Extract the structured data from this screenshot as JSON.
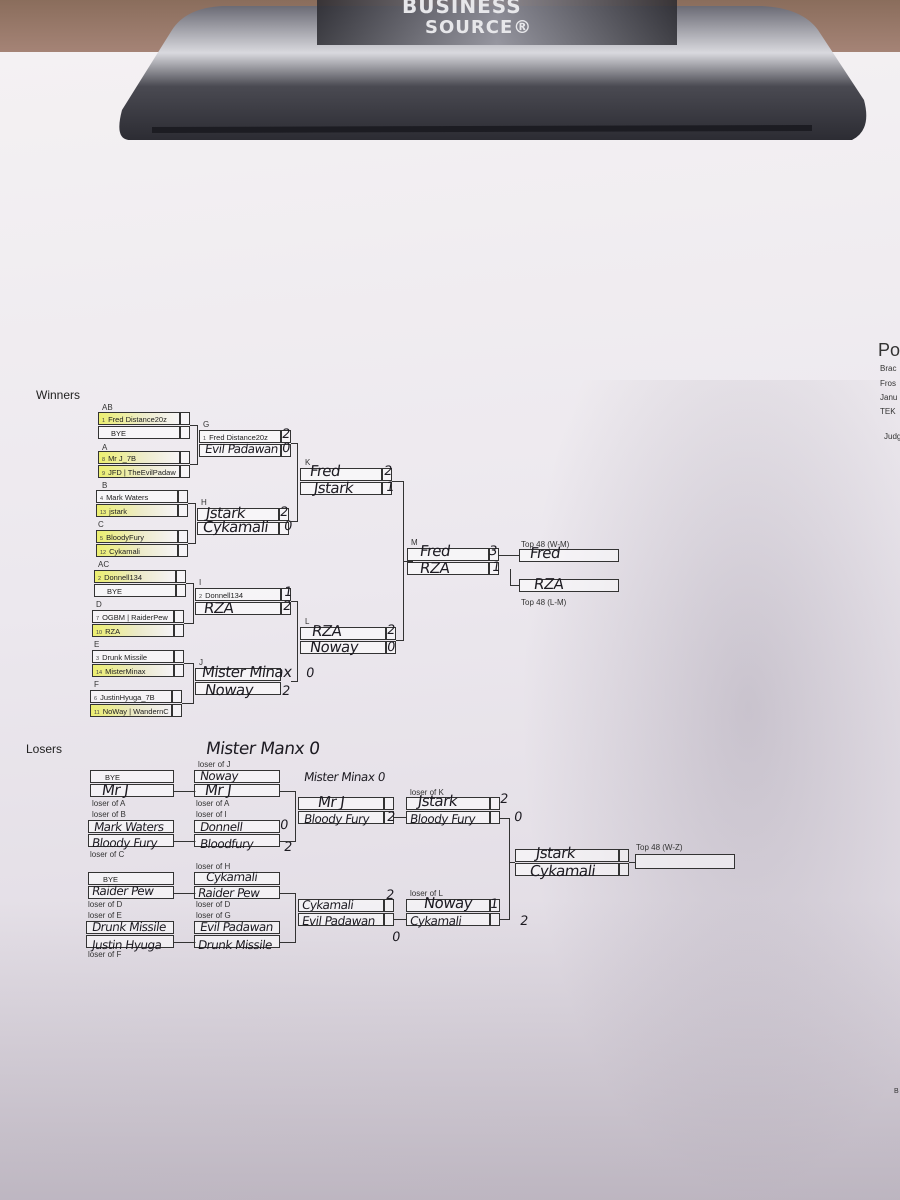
{
  "clipboard": {
    "brand_line1": "BUSINESS",
    "brand_line2": "SOURCE®"
  },
  "labels": {
    "winners": "Winners",
    "losers": "Losers"
  },
  "side_text": {
    "title": "Po",
    "l1": "Brac",
    "l2": "Fros",
    "l3": "Janu",
    "l4": "TEK",
    "l5": "Judg",
    "l6": "B"
  },
  "winners": {
    "r1": [
      {
        "rel": "AB",
        "p1": {
          "seed": "1",
          "name": "Fred Distance20z"
        },
        "p2": {
          "seed": "",
          "name": "BYE"
        }
      },
      {
        "rel": "A",
        "p1": {
          "seed": "8",
          "name": "Mr J_7B"
        },
        "p2": {
          "seed": "9",
          "name": "JFD | TheEvilPadaw"
        }
      },
      {
        "rel": "B",
        "p1": {
          "seed": "4",
          "name": "Mark Waters"
        },
        "p2": {
          "seed": "13",
          "name": "jstark"
        }
      },
      {
        "rel": "C",
        "p1": {
          "seed": "5",
          "name": "BloodyFury"
        },
        "p2": {
          "seed": "12",
          "name": "Cykamali"
        }
      },
      {
        "rel": "AC",
        "p1": {
          "seed": "2",
          "name": "Donnell134"
        },
        "p2": {
          "seed": "",
          "name": "BYE"
        }
      },
      {
        "rel": "D",
        "p1": {
          "seed": "7",
          "name": "OGBM | RaiderPew"
        },
        "p2": {
          "seed": "10",
          "name": "RZA"
        }
      },
      {
        "rel": "E",
        "p1": {
          "seed": "3",
          "name": "Drunk Missile"
        },
        "p2": {
          "seed": "14",
          "name": "MisterMinax"
        }
      },
      {
        "rel": "F",
        "p1": {
          "seed": "6",
          "name": "JustinHyuga_7B"
        },
        "p2": {
          "seed": "11",
          "name": "NoWay | WandernC"
        }
      }
    ],
    "r2": [
      {
        "rel": "G",
        "p1": "Fred Distance20z",
        "p1_seed": "1",
        "p2_hw": "Evil Padawan",
        "s1": "2",
        "s2": "0"
      },
      {
        "rel": "H",
        "p1_hw": "Jstark",
        "p2_hw": "Cykamali",
        "s1": "2",
        "s2": "0"
      },
      {
        "rel": "I",
        "p1": "Donnell134",
        "p1_seed": "2",
        "p2_hw": "RZA",
        "s1": "1",
        "s2": "2"
      },
      {
        "rel": "J",
        "p1_hw": "Mister Minax",
        "p2_hw": "Noway",
        "s1": "0",
        "s2": "2"
      }
    ],
    "r3": [
      {
        "rel": "K",
        "p1_hw": "Fred",
        "p2_hw": "Jstark",
        "s1": "2",
        "s2": "1"
      },
      {
        "rel": "L",
        "p1_hw": "RZA",
        "p2_hw": "Noway",
        "s1": "2",
        "s2": "0"
      }
    ],
    "r4": {
      "rel": "M",
      "p1_hw": "Fred",
      "p2_hw": "RZA",
      "s1": "3",
      "s2": "1"
    },
    "top48_w": {
      "label": "Top 48 (W-M)",
      "name": "Fred"
    },
    "top48_l": {
      "label": "Top 48 (L-M)",
      "name": "RZA"
    }
  },
  "losers": {
    "extra_note": "Mister Manx 0",
    "r1": [
      {
        "p1": "BYE",
        "p2_hw": "Mr J",
        "rel_below": "loser of A"
      },
      {
        "rel_above": "loser of B",
        "p1_hw": "Mark Waters",
        "p2_hw": "Bloody Fury",
        "rel_below": "loser of C"
      },
      {
        "p1": "BYE",
        "p2_hw": "Raider Pew",
        "rel_below": "loser of D"
      },
      {
        "rel_above": "loser of E",
        "p1_hw": "Drunk Missile",
        "p2_hw": "Justin Hyuga",
        "rel_below": "loser of F"
      }
    ],
    "r2": [
      {
        "rel_above": "loser of J",
        "p1_hw": "Noway",
        "p2_hw": "Mr J",
        "rel_below": "loser of A"
      },
      {
        "rel_above": "loser of I",
        "p1_hw": "Donnell",
        "p2_hw": "Bloodfury",
        "s1": "0",
        "s2": "2"
      },
      {
        "rel_above": "loser of H",
        "p1_hw": "Cykamali",
        "p2_hw": "Raider Pew",
        "rel_below": "loser of D"
      },
      {
        "rel_above": "loser of G",
        "p1_hw": "Evil Padawan",
        "p2_hw": "Drunk Missile"
      }
    ],
    "r3": [
      {
        "note_hw": "Mister Minax 0",
        "p1_hw": "Mr J",
        "p2_hw": "Bloody Fury",
        "s2": "2"
      },
      {
        "p1_hw": "Cykamali",
        "p2_hw": "Evil Padawan",
        "s1": "2",
        "s2": "0"
      }
    ],
    "r4": [
      {
        "rel_above": "loser of K",
        "p1_hw": "Jstark",
        "p2_hw": "Bloody Fury",
        "s1": "2",
        "s2": "0"
      },
      {
        "rel_above": "loser of L",
        "p1_hw": "Noway",
        "p2_hw": "Cykamali",
        "s1": "1",
        "s2": "2"
      }
    ],
    "r5": {
      "p1_hw": "Jstark",
      "p2_hw": "Cykamali"
    },
    "top48_z": {
      "label": "Top 48 (W-Z)",
      "name": ""
    }
  }
}
